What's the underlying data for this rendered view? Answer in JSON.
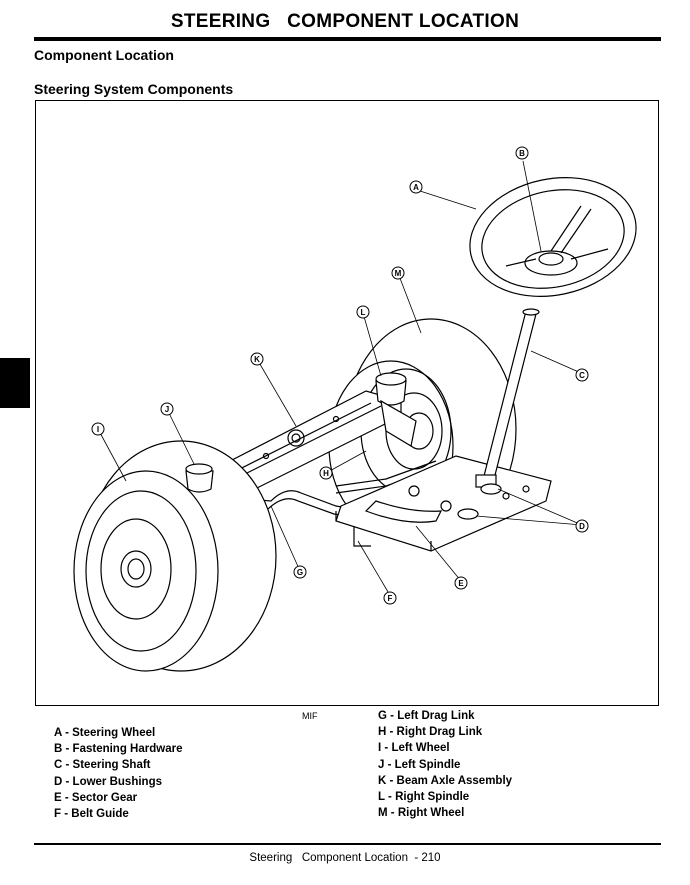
{
  "header": {
    "title": "STEERING   COMPONENT LOCATION"
  },
  "section": {
    "heading": "Component Location",
    "subheading": "Steering System Components"
  },
  "figure": {
    "mif_label": "MIF",
    "callouts": [
      "A",
      "B",
      "C",
      "D",
      "E",
      "F",
      "G",
      "H",
      "I",
      "J",
      "K",
      "L",
      "M"
    ]
  },
  "legend": {
    "left": [
      {
        "key": "A",
        "sep": " - ",
        "text": "Steering Wheel"
      },
      {
        "key": "B",
        "sep": " - ",
        "text": "Fastening Hardware"
      },
      {
        "key": "C",
        "sep": " - ",
        "text": "Steering Shaft"
      },
      {
        "key": "D",
        "sep": " - ",
        "text": "Lower Bushings"
      },
      {
        "key": "E",
        "sep": " - ",
        "text": "Sector Gear"
      },
      {
        "key": "F",
        "sep": " - ",
        "text": "Belt Guide"
      }
    ],
    "right": [
      {
        "key": "G",
        "sep": " - ",
        "text": "Left Drag Link"
      },
      {
        "key": "H",
        "sep": " - ",
        "text": "Right Drag Link"
      },
      {
        "key": "I",
        "sep": " - ",
        "text": "Left Wheel"
      },
      {
        "key": "J",
        "sep": " - ",
        "text": "Left Spindle"
      },
      {
        "key": "K",
        "sep": " - ",
        "text": "Beam Axle Assembly"
      },
      {
        "key": "L",
        "sep": " - ",
        "text": "Right Spindle"
      },
      {
        "key": "M",
        "sep": " - ",
        "text": "Right Wheel"
      }
    ]
  },
  "footer": {
    "text": "Steering   Component Location  - 210"
  }
}
